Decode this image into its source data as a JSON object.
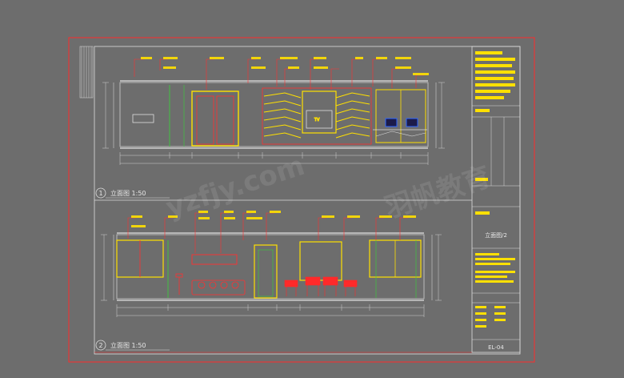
{
  "colors": {
    "background": "#6d6d6d",
    "frame_red": "#ff2a2a",
    "sheet_white": "#dcdcdc",
    "dim_line": "#cfcfcf",
    "yellow": "#ffe000",
    "green": "#37d637",
    "leader_red": "#ff3030",
    "blue": "#2f66ff"
  },
  "views": [
    {
      "number": "1",
      "title": "立面图 1:50"
    },
    {
      "number": "2",
      "title": "立面图 1:50"
    }
  ],
  "title_block": {
    "sheet_name": "立面图/2",
    "sheet_code": "EL-04"
  },
  "watermark": {
    "text_latin": "yzfjy.com",
    "text_cn": "羽帆教育"
  },
  "icons": {
    "marker_1": "circled-number-icon",
    "marker_2": "circled-number-icon"
  }
}
